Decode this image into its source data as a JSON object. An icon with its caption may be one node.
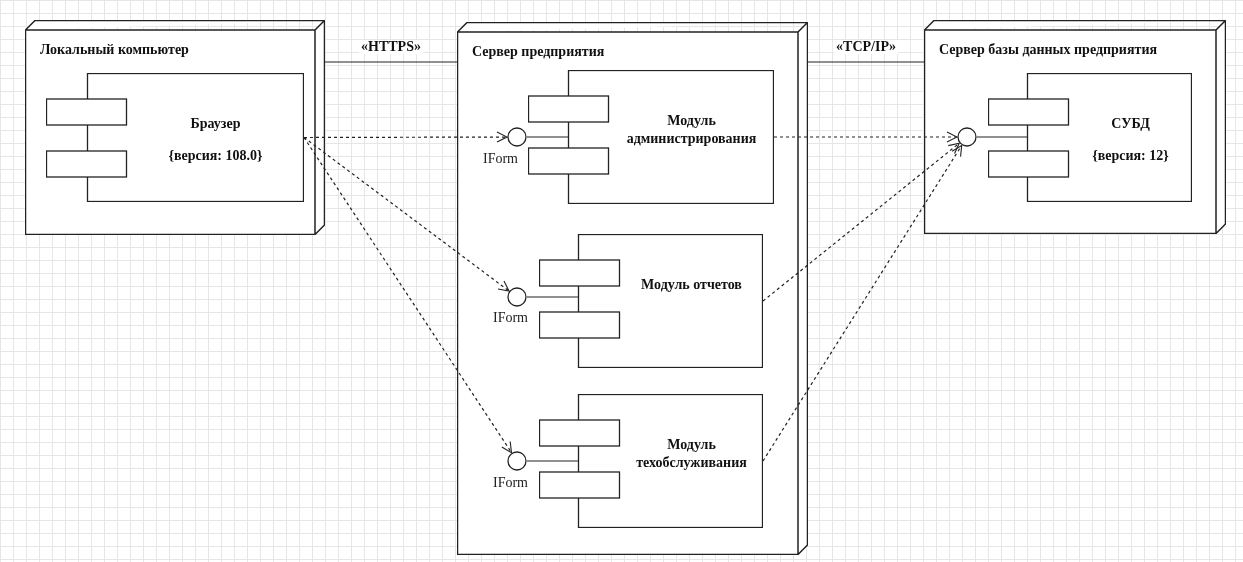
{
  "diagram": {
    "nodes": [
      {
        "text": [
          "Локальный компьютер"
        ]
      },
      {
        "text": [
          "Браузер",
          "{версия: 108.0}"
        ],
        "in": 0
      },
      {
        "text": [
          "Сервер предприятия"
        ]
      },
      {
        "text": [],
        "shape": "circle",
        "beside": [
          "IForm"
        ],
        "in": 2
      },
      {
        "text": [
          "Модуль администрирования"
        ],
        "in": 2
      },
      {
        "text": [],
        "shape": "circle",
        "beside": [
          "IForm"
        ],
        "in": 2
      },
      {
        "text": [
          "Модуль отчетов"
        ],
        "in": 2
      },
      {
        "text": [],
        "shape": "circle",
        "beside": [
          "IForm"
        ],
        "in": 2
      },
      {
        "text": [
          "Модуль техобслуживания"
        ],
        "in": 2
      },
      {
        "text": [
          "Сервер базы данных предприятия"
        ]
      },
      {
        "text": [],
        "shape": "circle",
        "in": 9
      },
      {
        "text": [
          "СУБД",
          "{версия: 12}"
        ],
        "in": 9
      }
    ],
    "edges": [
      {
        "from": 0,
        "to": 2,
        "arrow": "none",
        "label": "«HTTPS»"
      },
      {
        "from": 2,
        "to": 9,
        "arrow": "none",
        "label": "«TCP/IP»"
      },
      {
        "from": 1,
        "to": 3,
        "arrow": "to",
        "style": "dashed"
      },
      {
        "from": 1,
        "to": 5,
        "arrow": "to",
        "style": "dashed"
      },
      {
        "from": 1,
        "to": 7,
        "arrow": "to",
        "style": "dashed"
      },
      {
        "from": 4,
        "to": 10,
        "arrow": "to",
        "style": "dashed"
      },
      {
        "from": 6,
        "to": 10,
        "arrow": "to",
        "style": "dashed"
      },
      {
        "from": 8,
        "to": 10,
        "arrow": "to",
        "style": "dashed"
      },
      {
        "from": 3,
        "to": 4,
        "arrow": "none"
      },
      {
        "from": 5,
        "to": 6,
        "arrow": "none"
      },
      {
        "from": 7,
        "to": 8,
        "arrow": "none"
      },
      {
        "from": 10,
        "to": 11,
        "arrow": "none"
      }
    ]
  }
}
